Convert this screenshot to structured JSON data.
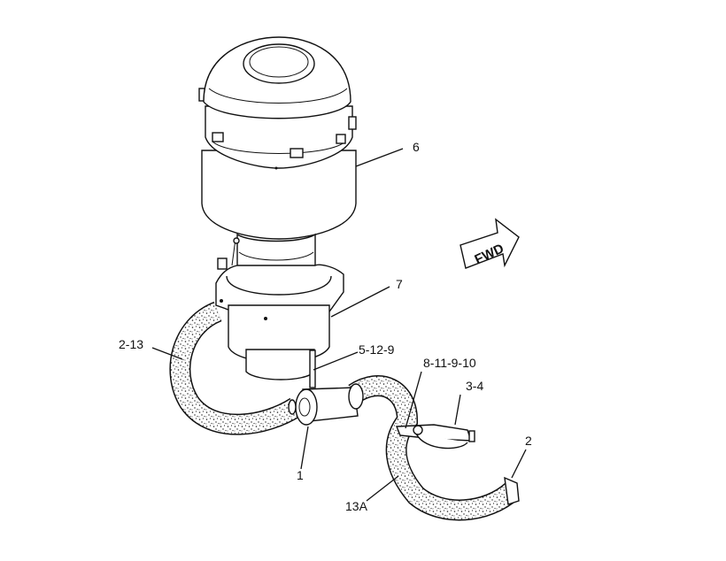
{
  "callouts": {
    "c6": "6",
    "c7": "7",
    "c2_13": "2-13",
    "c5_12_9": "5-12-9",
    "c8_11_9_10": "8-11-9-10",
    "c3_4": "3-4",
    "c1": "1",
    "c2": "2",
    "c13a": "13A"
  },
  "direction_arrow": {
    "label": "FWD"
  }
}
